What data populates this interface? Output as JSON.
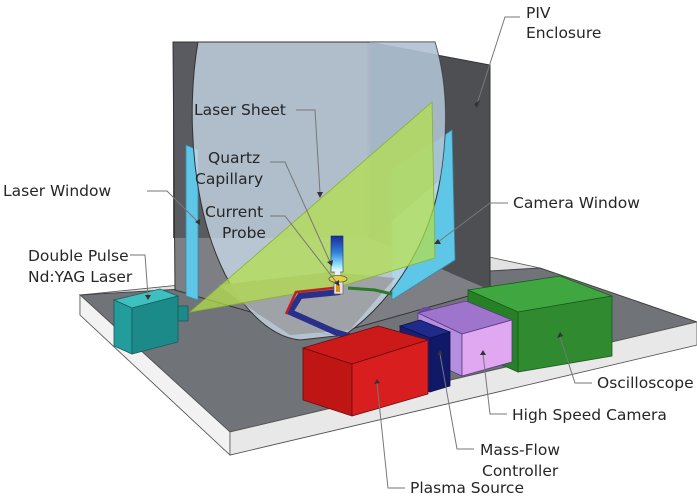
{
  "labels": {
    "piv_line1": "PIV",
    "piv_line2": "Enclosure",
    "laser_sheet": "Laser Sheet",
    "quartz_line1": "Quartz",
    "quartz_line2": "Capillary",
    "laser_window": "Laser Window",
    "current_line1": "Current",
    "current_line2": "Probe",
    "camera_window": "Camera Window",
    "dpl_line1": "Double Pulse",
    "dpl_line2": "Nd:YAG Laser",
    "oscilloscope": "Oscilloscope",
    "high_speed_camera": "High Speed Camera",
    "mfc_line1": "Mass-Flow",
    "mfc_line2": "Controller",
    "plasma_source": "Plasma Source"
  }
}
